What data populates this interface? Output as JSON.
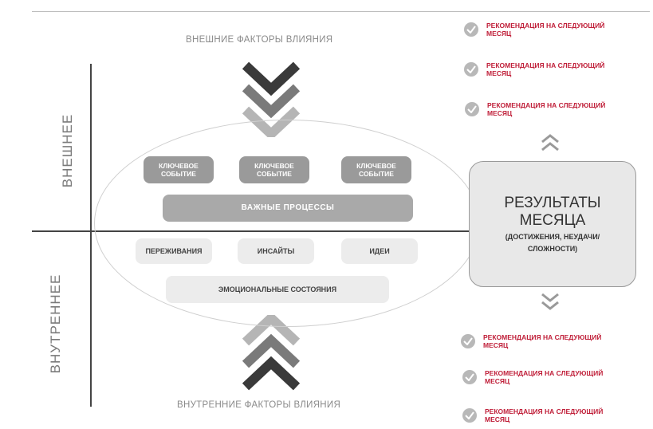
{
  "axes": {
    "upper_label": "ВНЕШНЕЕ",
    "lower_label": "ВНУТРЕННЕЕ"
  },
  "captions": {
    "top": "ВНЕШНИЕ ФАКТОРЫ ВЛИЯНИЯ",
    "bottom": "ВНУТРЕННИЕ ФАКТОРЫ ВЛИЯНИЯ"
  },
  "key_events": [
    "КЛЮЧЕВОЕ СОБЫТИЕ",
    "КЛЮЧЕВОЕ СОБЫТИЕ",
    "КЛЮЧЕВОЕ СОБЫТИЕ"
  ],
  "processes": "ВАЖНЫЕ ПРОЦЕССЫ",
  "inner_items": [
    "ПЕРЕЖИВАНИЯ",
    "ИНСАЙТЫ",
    "ИДЕИ"
  ],
  "emotional_states": "ЭМОЦИОНАЛЬНЫЕ СОСТОЯНИЯ",
  "result": {
    "title_line1": "РЕЗУЛЬТАТЫ",
    "title_line2": "МЕСЯЦА",
    "subtitle_line1": "(ДОСТИЖЕНИЯ, НЕУДАЧИ/",
    "subtitle_line2": "СЛОЖНОСТИ)"
  },
  "recommendations_top": [
    {
      "line1": "РЕКОМЕНДАЦИЯ НА СЛЕДУЮЩИЙ",
      "line2": "МЕСЯЦ"
    },
    {
      "line1": "РЕКОМЕНДАЦИЯ НА СЛЕДУЮЩИЙ",
      "line2": "МЕСЯЦ"
    },
    {
      "line1": "РЕКОМЕНДАЦИЯ НА СЛЕДУЮЩИЙ",
      "line2": "МЕСЯЦ"
    }
  ],
  "recommendations_bottom": [
    {
      "line1": "РЕКОМЕНДАЦИЯ НА СЛЕДУЮЩИЙ",
      "line2": "МЕСЯЦ"
    },
    {
      "line1": "РЕКОМЕНДАЦИЯ НА СЛЕДУЮЩИЙ",
      "line2": "МЕСЯЦ"
    },
    {
      "line1": "РЕКОМЕНДАЦИЯ НА СЛЕДУЮЩИЙ",
      "line2": "МЕСЯЦ"
    }
  ],
  "colors": {
    "accent_red": "#c0203a",
    "chevron_dark": "#3a3a3a",
    "chevron_mid": "#7a7a7a",
    "chevron_light": "#b5b5b5"
  }
}
